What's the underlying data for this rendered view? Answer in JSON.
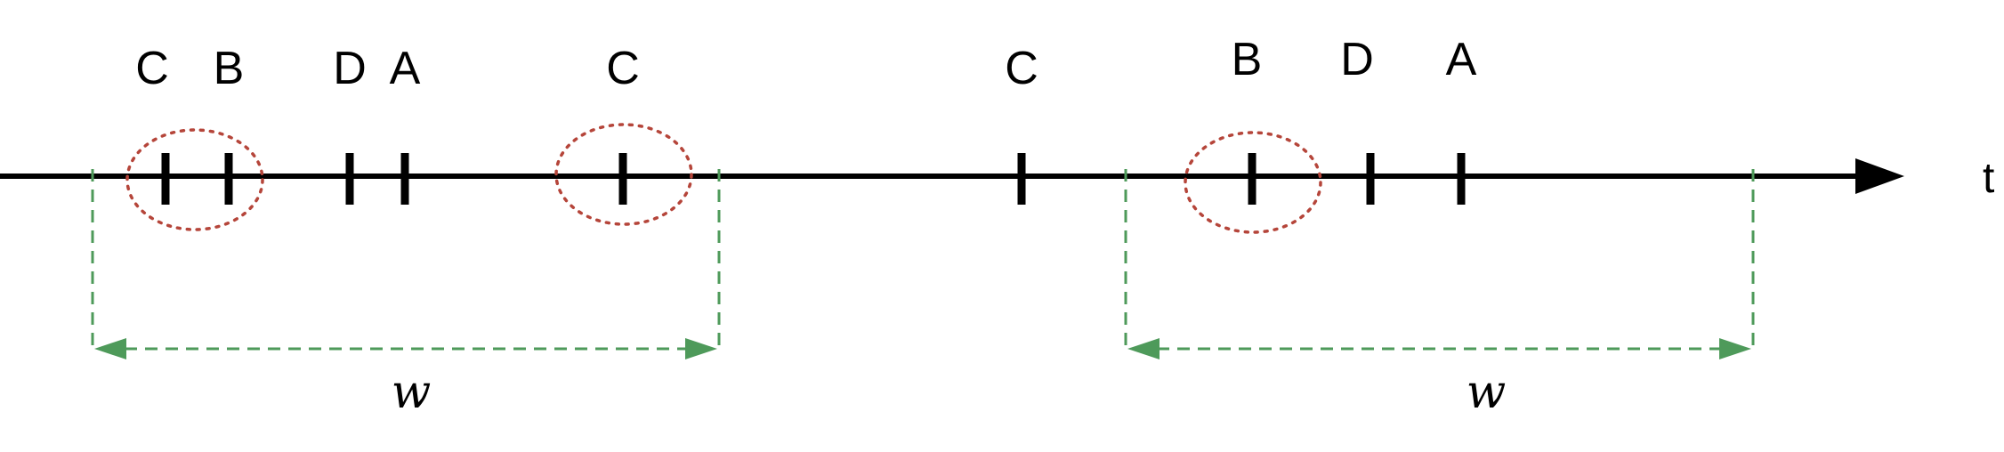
{
  "axis": {
    "label": "t"
  },
  "events": [
    {
      "label": "C",
      "circled": true
    },
    {
      "label": "B",
      "circled": true
    },
    {
      "label": "D",
      "circled": false
    },
    {
      "label": "A",
      "circled": false
    },
    {
      "label": "C",
      "circled": true
    },
    {
      "label": "C",
      "circled": false
    },
    {
      "label": "B",
      "circled": true
    },
    {
      "label": "D",
      "circled": false
    },
    {
      "label": "A",
      "circled": false
    }
  ],
  "windows": [
    {
      "label": "w"
    },
    {
      "label": "w"
    }
  ],
  "colors": {
    "axis": "#000000",
    "circle": "#b5453a",
    "window": "#4e9a5a"
  }
}
